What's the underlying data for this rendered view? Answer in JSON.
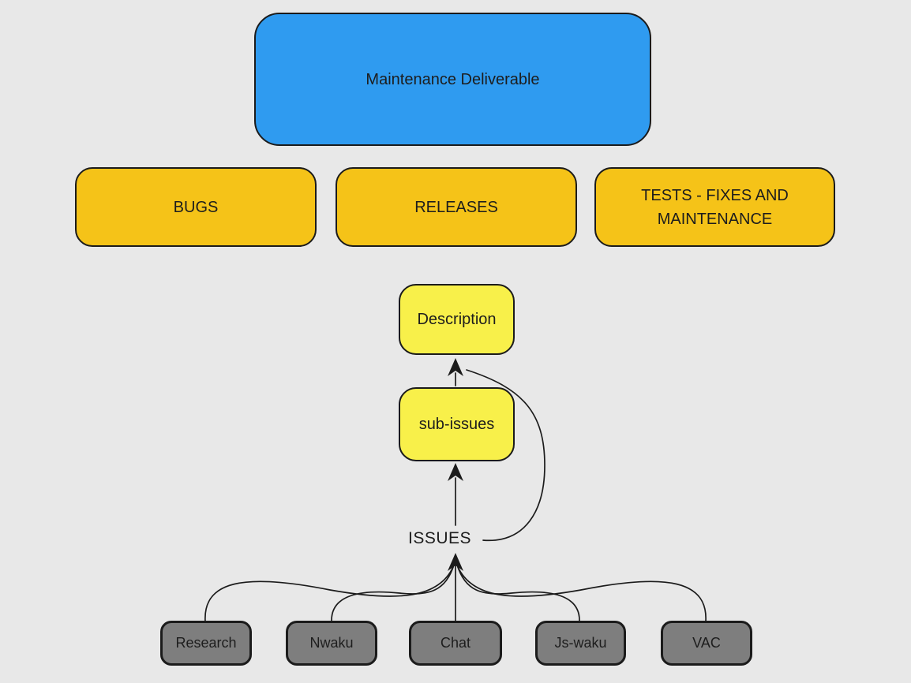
{
  "title": "Maintenance Deliverable flowchart",
  "colors": {
    "background": "#e8e8e8",
    "root_fill": "#2f9bf0",
    "category_fill": "#f5c318",
    "detail_fill": "#f8f04a",
    "source_fill": "#7e7e7e",
    "stroke": "#1b1b1b",
    "text": "#1d1d1d"
  },
  "nodes": {
    "root": {
      "label": "Maintenance Deliverable"
    },
    "categories": [
      {
        "label": "BUGS"
      },
      {
        "label": "RELEASES"
      },
      {
        "label": "TESTS - FIXES AND MAINTENANCE"
      }
    ],
    "description": {
      "label": "Description"
    },
    "sub_issues": {
      "label": "sub-issues"
    },
    "issues": {
      "label": "ISSUES"
    },
    "sources": [
      {
        "label": "Research"
      },
      {
        "label": "Nwaku"
      },
      {
        "label": "Chat"
      },
      {
        "label": "Js-waku"
      },
      {
        "label": "VAC"
      }
    ]
  },
  "edges": [
    {
      "from": "sub-issues",
      "to": "Description",
      "style": "straight-arrow"
    },
    {
      "from": "ISSUES",
      "to": "Description",
      "style": "curved"
    },
    {
      "from": "ISSUES",
      "to": "sub-issues",
      "style": "straight-arrow"
    },
    {
      "from": "Research",
      "to": "ISSUES",
      "style": "curved"
    },
    {
      "from": "Nwaku",
      "to": "ISSUES",
      "style": "curved"
    },
    {
      "from": "Chat",
      "to": "ISSUES",
      "style": "straight"
    },
    {
      "from": "Js-waku",
      "to": "ISSUES",
      "style": "curved"
    },
    {
      "from": "VAC",
      "to": "ISSUES",
      "style": "curved"
    }
  ]
}
